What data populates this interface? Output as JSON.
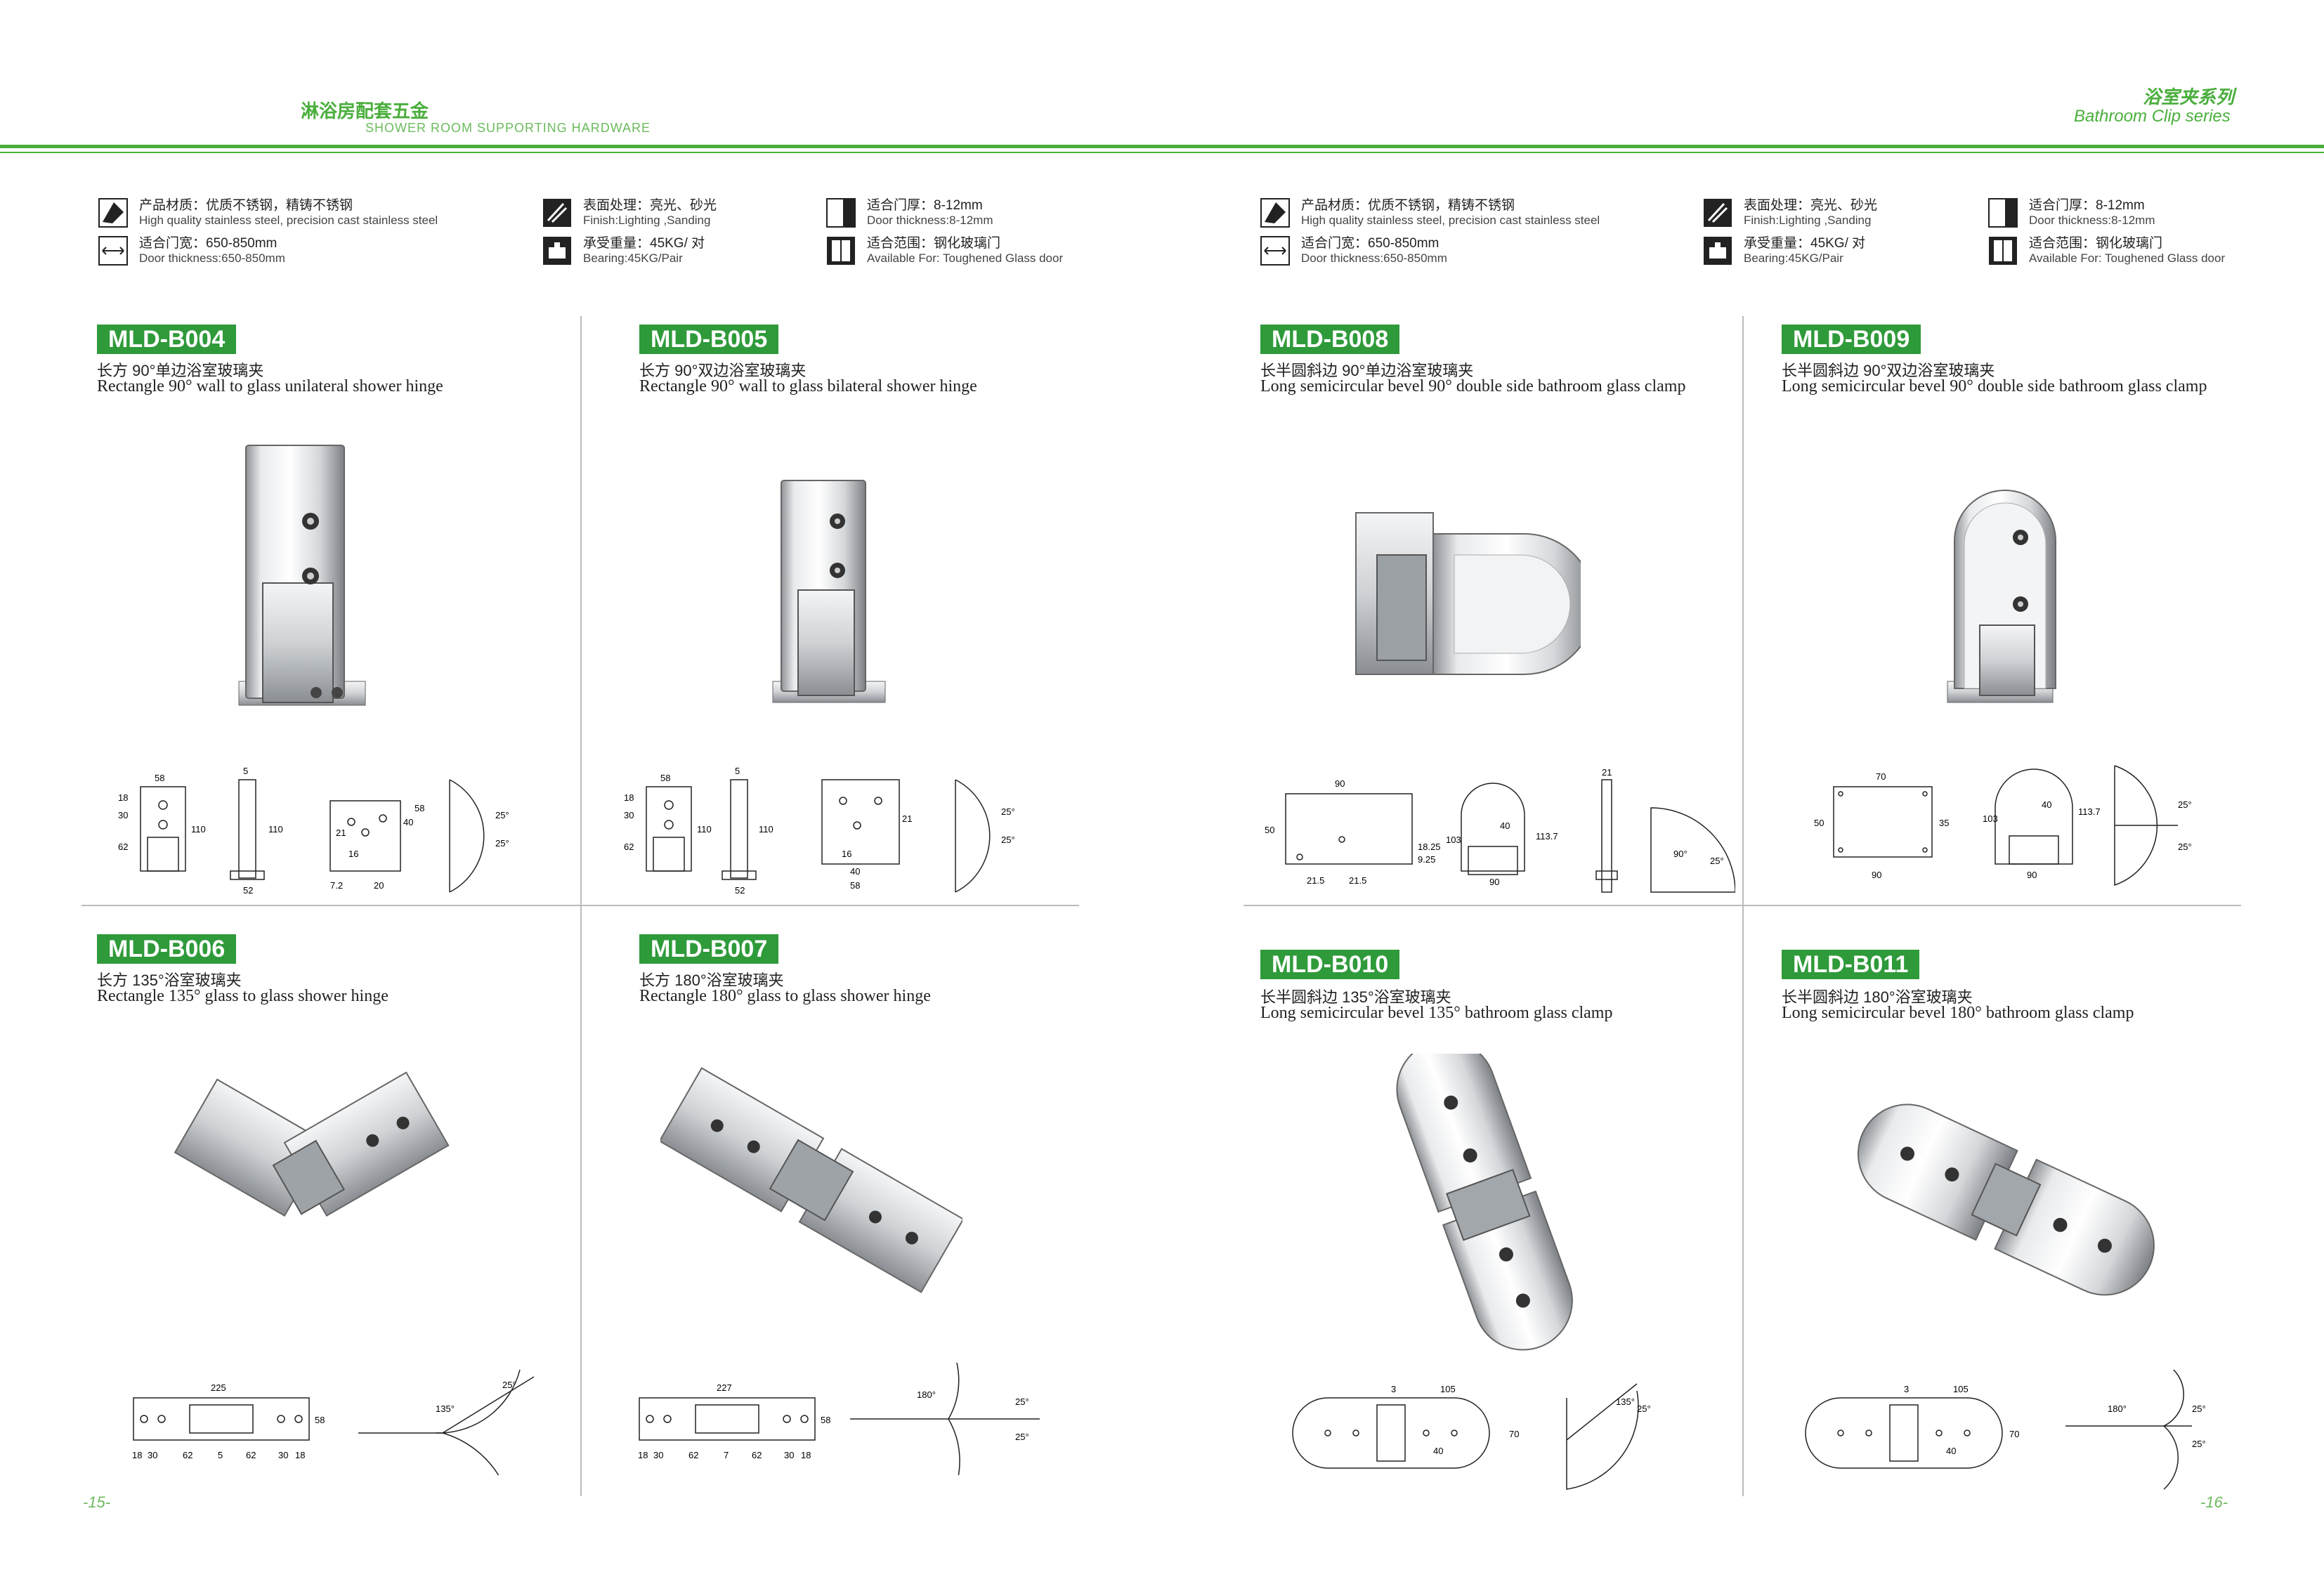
{
  "header": {
    "left_cn": "淋浴房配套五金",
    "left_en": "SHOWER ROOM SUPPORTING HARDWARE",
    "right_cn": "浴室夹系列",
    "right_en": "Bathroom Clip series"
  },
  "specs": {
    "material_cn": "产品材质：优质不锈钢，精铸不锈钢",
    "material_en": "High quality stainless steel, precision cast stainless steel",
    "width_cn": "适合门宽：650-850mm",
    "width_en": "Door thickness:650-850mm",
    "finish_cn": "表面处理：亮光、砂光",
    "finish_en": "Finish:Lighting ,Sanding",
    "load_cn": "承受重量：45KG/ 对",
    "load_en": "Bearing:45KG/Pair",
    "thick_cn": "适合门厚：8-12mm",
    "thick_en": "Door thickness:8-12mm",
    "range_cn": "适合范围：钢化玻璃门",
    "range_en": "Available For: Toughened Glass door"
  },
  "products": [
    {
      "code": "MLD-B004",
      "cn": "长方 90°单边浴室玻璃夹",
      "en": "Rectangle 90° wall to glass unilateral shower hinge"
    },
    {
      "code": "MLD-B005",
      "cn": "长方 90°双边浴室玻璃夹",
      "en": "Rectangle 90° wall to glass bilateral shower hinge"
    },
    {
      "code": "MLD-B008",
      "cn": "长半圆斜边 90°单边浴室玻璃夹",
      "en": "Long semicircular bevel 90° double side bathroom glass clamp"
    },
    {
      "code": "MLD-B009",
      "cn": "长半圆斜边 90°双边浴室玻璃夹",
      "en": "Long semicircular bevel 90° double side bathroom glass clamp"
    },
    {
      "code": "MLD-B006",
      "cn": "长方 135°浴室玻璃夹",
      "en": "Rectangle 135° glass to glass shower hinge"
    },
    {
      "code": "MLD-B007",
      "cn": "长方 180°浴室玻璃夹",
      "en": "Rectangle 180° glass to glass shower hinge"
    },
    {
      "code": "MLD-B010",
      "cn": "长半圆斜边 135°浴室玻璃夹",
      "en": "Long semicircular bevel 135° bathroom glass clamp"
    },
    {
      "code": "MLD-B011",
      "cn": "长半圆斜边 180°浴室玻璃夹",
      "en": "Long semicircular bevel 180° bathroom glass clamp"
    }
  ],
  "dims": {
    "b004": {
      "w": "58",
      "h1": "18",
      "h2": "30",
      "h3": "62",
      "h": "110",
      "t": "5",
      "w2": "52",
      "d1": "21",
      "d2": "16",
      "d3": "7.2",
      "d4": "20",
      "d5": "40",
      "d6": "58",
      "a": "25°"
    },
    "b005": {
      "w": "58",
      "h1": "18",
      "h2": "30",
      "h3": "62",
      "h": "110",
      "t": "5",
      "w2": "52",
      "d1": "21",
      "d2": "16",
      "d5": "40",
      "d6": "58",
      "a": "25°"
    },
    "b008": {
      "w": "90",
      "h": "50",
      "a1": "21.5",
      "a2": "21.5",
      "b1": "18.25",
      "b2": "9.25",
      "c": "103",
      "d": "40",
      "e": "113.7",
      "f": "90",
      "t": "21",
      "ang1": "90°",
      "ang2": "25°"
    },
    "b009": {
      "w": "70",
      "h": "50",
      "h2": "35",
      "w2": "90",
      "c": "103",
      "d": "40",
      "e": "113.7",
      "f": "90",
      "a": "25°"
    },
    "b006": {
      "w": "225",
      "h": "58",
      "s1": "18",
      "s2": "30",
      "s3": "62",
      "s4": "5",
      "s5": "62",
      "s6": "30",
      "s7": "18",
      "a1": "135°",
      "a2": "25°"
    },
    "b007": {
      "w": "227",
      "h": "58",
      "s1": "18",
      "s2": "30",
      "s3": "62",
      "s4": "7",
      "s5": "62",
      "s6": "30",
      "s7": "18",
      "a1": "180°",
      "a2": "25°"
    },
    "b010": {
      "t": "3",
      "w": "105",
      "h": "70",
      "d": "40",
      "a1": "135°",
      "a2": "25°"
    },
    "b011": {
      "t": "3",
      "w": "105",
      "h": "70",
      "d": "40",
      "a1": "180°",
      "a2": "25°"
    }
  },
  "pages": {
    "left": "-15-",
    "right": "-16-"
  },
  "colors": {
    "accent": "#4aae3c",
    "badge": "#2f9a3a"
  }
}
